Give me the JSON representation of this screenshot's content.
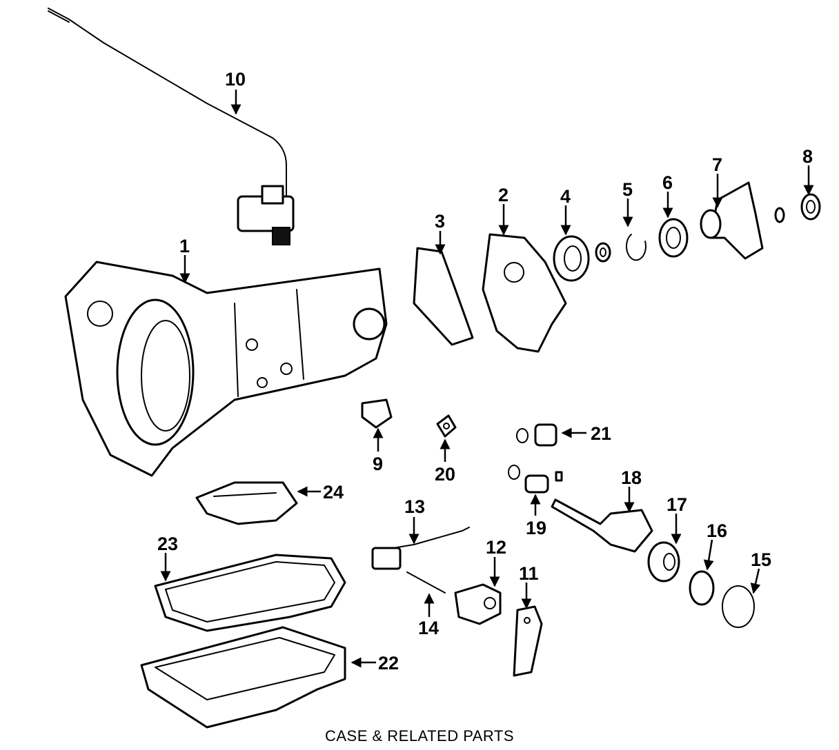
{
  "caption": "CASE & RELATED PARTS",
  "callouts": [
    "1",
    "2",
    "3",
    "4",
    "5",
    "6",
    "7",
    "8",
    "9",
    "10",
    "11",
    "12",
    "13",
    "14",
    "15",
    "16",
    "17",
    "18",
    "19",
    "20",
    "21",
    "22",
    "23",
    "24"
  ]
}
